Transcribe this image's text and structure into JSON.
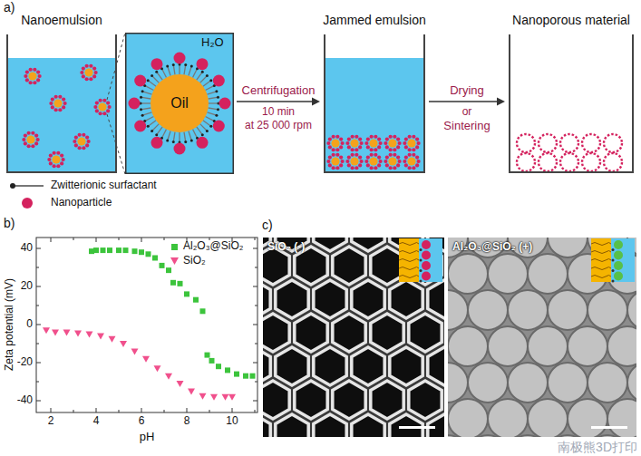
{
  "diagram": {
    "nodes": [
      {
        "text": [
          "Nanoemulsion"
        ]
      },
      {
        "text": [
          "H₂O",
          "Oil"
        ]
      },
      {
        "text": [
          "Jammed emulsion"
        ]
      },
      {
        "text": [
          "Nanoporous material"
        ]
      }
    ],
    "edges": [
      {
        "from": 1,
        "to": 2,
        "arrow": "to",
        "label": "Centrifugation"
      },
      {
        "from": 2,
        "to": 3,
        "arrow": "to",
        "label": "Drying"
      }
    ],
    "labels": [
      "a)",
      "10 min",
      "at 25 000 rpm",
      "or",
      "Sintering",
      "b)",
      "40",
      "20",
      "0",
      "-20",
      "-40",
      "2",
      "4",
      "6",
      "8",
      "10",
      "pH",
      "Zeta potential (mV)",
      "c)",
      "SiO₂ (-)",
      "Al₂O₃@SiO₂ (+)",
      "南极熊3D打印"
    ],
    "legend": [
      {
        "text": "Zwitterionic surfactant"
      },
      {
        "text": "Nanoparticle",
        "color": "#d4225e"
      },
      {
        "text": "Al₂O₃@SiO₂",
        "color": "#3cc43c"
      },
      {
        "text": "SiO₂",
        "color": "#f0508c"
      }
    ]
  }
}
